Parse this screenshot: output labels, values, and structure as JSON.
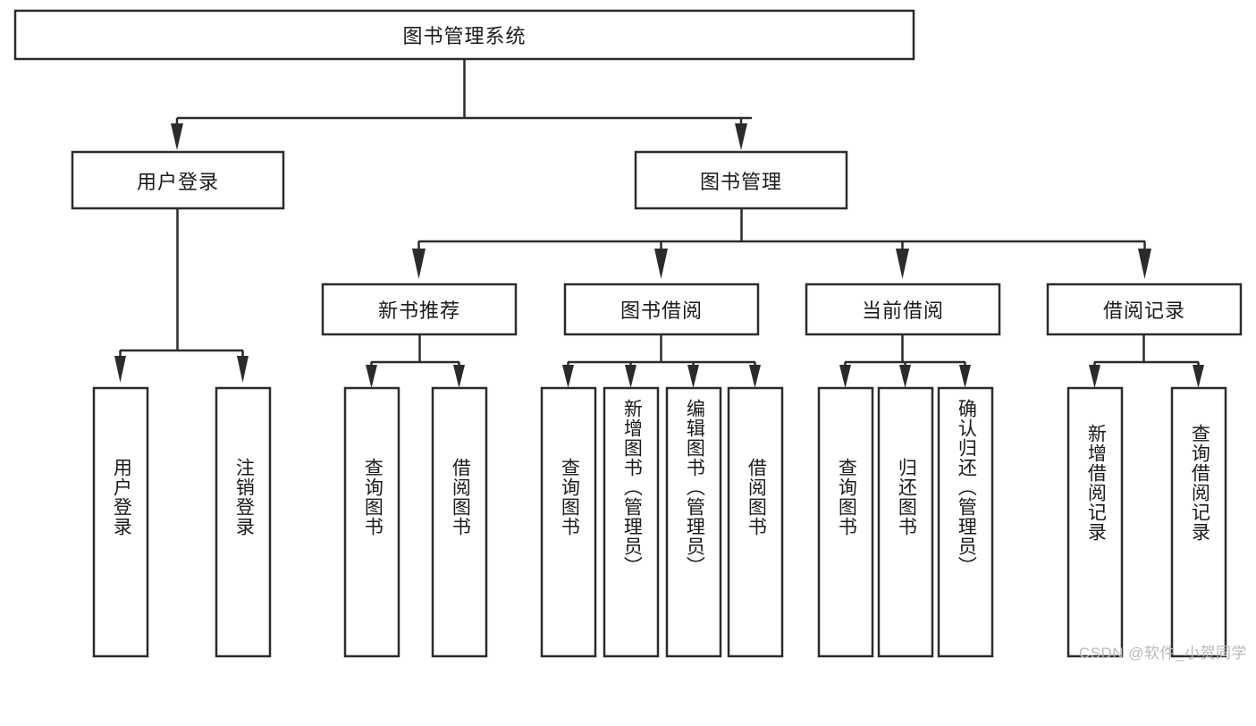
{
  "diagram": {
    "title_node": {
      "label": "图书管理系统"
    },
    "level2": [
      {
        "id": "user-login",
        "label": "用户登录"
      },
      {
        "id": "book-management",
        "label": "图书管理"
      }
    ],
    "level3": [
      {
        "id": "new-book-recommend",
        "label": "新书推荐"
      },
      {
        "id": "book-borrow",
        "label": "图书借阅"
      },
      {
        "id": "current-borrow",
        "label": "当前借阅"
      },
      {
        "id": "borrow-record",
        "label": "借阅记录"
      }
    ],
    "leaves": [
      {
        "id": "leaf-user-login",
        "label": "用户登录",
        "parent": "user-login"
      },
      {
        "id": "leaf-logout-login",
        "label": "注销登录",
        "parent": "user-login"
      },
      {
        "id": "leaf-query-book-1",
        "label": "查询图书",
        "parent": "new-book-recommend"
      },
      {
        "id": "leaf-borrow-book-1",
        "label": "借阅图书",
        "parent": "new-book-recommend"
      },
      {
        "id": "leaf-query-book-2",
        "label": "查询图书",
        "parent": "book-borrow"
      },
      {
        "id": "leaf-add-book",
        "label": "新增图书（管理员）",
        "parent": "book-borrow"
      },
      {
        "id": "leaf-edit-book",
        "label": "编辑图书（管理员）",
        "parent": "book-borrow"
      },
      {
        "id": "leaf-borrow-book-2",
        "label": "借阅图书",
        "parent": "book-borrow"
      },
      {
        "id": "leaf-query-book-3",
        "label": "查询图书",
        "parent": "current-borrow"
      },
      {
        "id": "leaf-return-book",
        "label": "归还图书",
        "parent": "current-borrow"
      },
      {
        "id": "leaf-confirm-return",
        "label": "确认归还（管理员）",
        "parent": "current-borrow"
      },
      {
        "id": "leaf-add-record",
        "label": "新增借阅记录",
        "parent": "borrow-record"
      },
      {
        "id": "leaf-query-record",
        "label": "查询借阅记录",
        "parent": "borrow-record"
      }
    ]
  },
  "watermark": {
    "text": "CSDN @软件_小贺同学"
  },
  "colors": {
    "stroke": "#2b2b2b",
    "box_fill": "#ffffff",
    "text": "#1a1a1a",
    "background": "#ffffff",
    "watermark": "#b9b9b9"
  }
}
